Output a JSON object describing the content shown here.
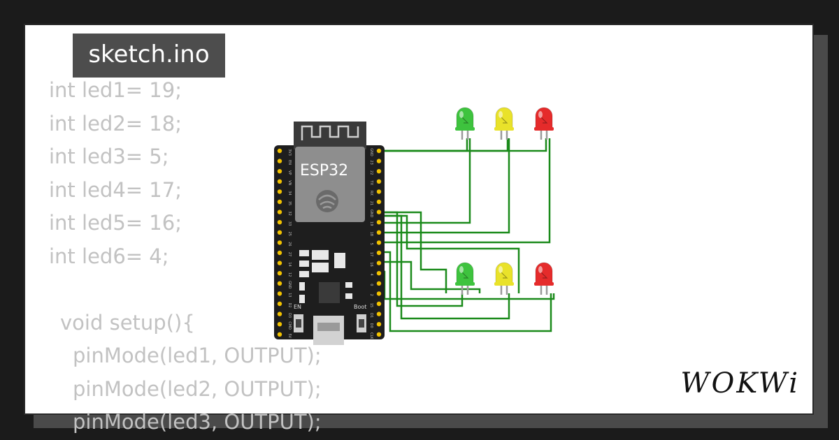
{
  "file_tab": {
    "name": "sketch.ino"
  },
  "code_lines": [
    {
      "text": "int led1= 19;",
      "indent": 0
    },
    {
      "text": "int led2= 18;",
      "indent": 0
    },
    {
      "text": "int led3= 5;",
      "indent": 0
    },
    {
      "text": "int led4= 17;",
      "indent": 0
    },
    {
      "text": "int led5= 16;",
      "indent": 0
    },
    {
      "text": "int led6= 4;",
      "indent": 0
    },
    {
      "text": "",
      "indent": 0
    },
    {
      "text": "void setup(){",
      "indent": 1
    },
    {
      "text": "pinMode(led1, OUTPUT);",
      "indent": 2
    },
    {
      "text": "pinMode(led2, OUTPUT);",
      "indent": 2
    },
    {
      "text": "pinMode(led3, OUTPUT);",
      "indent": 2
    }
  ],
  "board": {
    "chip_label": "ESP32",
    "en_label": "EN",
    "boot_label": "Boot",
    "left_pins": [
      "3V3",
      "EN",
      "VP",
      "VN",
      "34",
      "35",
      "32",
      "33",
      "25",
      "26",
      "27",
      "14",
      "12",
      "GND",
      "13",
      "D2",
      "D3",
      "CMD",
      "5V"
    ],
    "right_pins": [
      "GND",
      "23",
      "22",
      "TX",
      "RX",
      "21",
      "GND",
      "19",
      "18",
      "5",
      "17",
      "16",
      "4",
      "0",
      "2",
      "15",
      "D1",
      "D0",
      "CLK"
    ]
  },
  "leds": [
    {
      "color": "green"
    },
    {
      "color": "yellow"
    },
    {
      "color": "red"
    },
    {
      "color": "green"
    },
    {
      "color": "yellow"
    },
    {
      "color": "red"
    }
  ],
  "colors": {
    "wire": "#1a8a1a",
    "led_green": "#3ec33e",
    "led_yellow": "#e9e22a",
    "led_red": "#e52b2b",
    "board": "#1e1e1e",
    "pin": "#f2c200",
    "code_text": "#c2c2c2"
  },
  "brand": {
    "logo_text": "WOKWi"
  }
}
